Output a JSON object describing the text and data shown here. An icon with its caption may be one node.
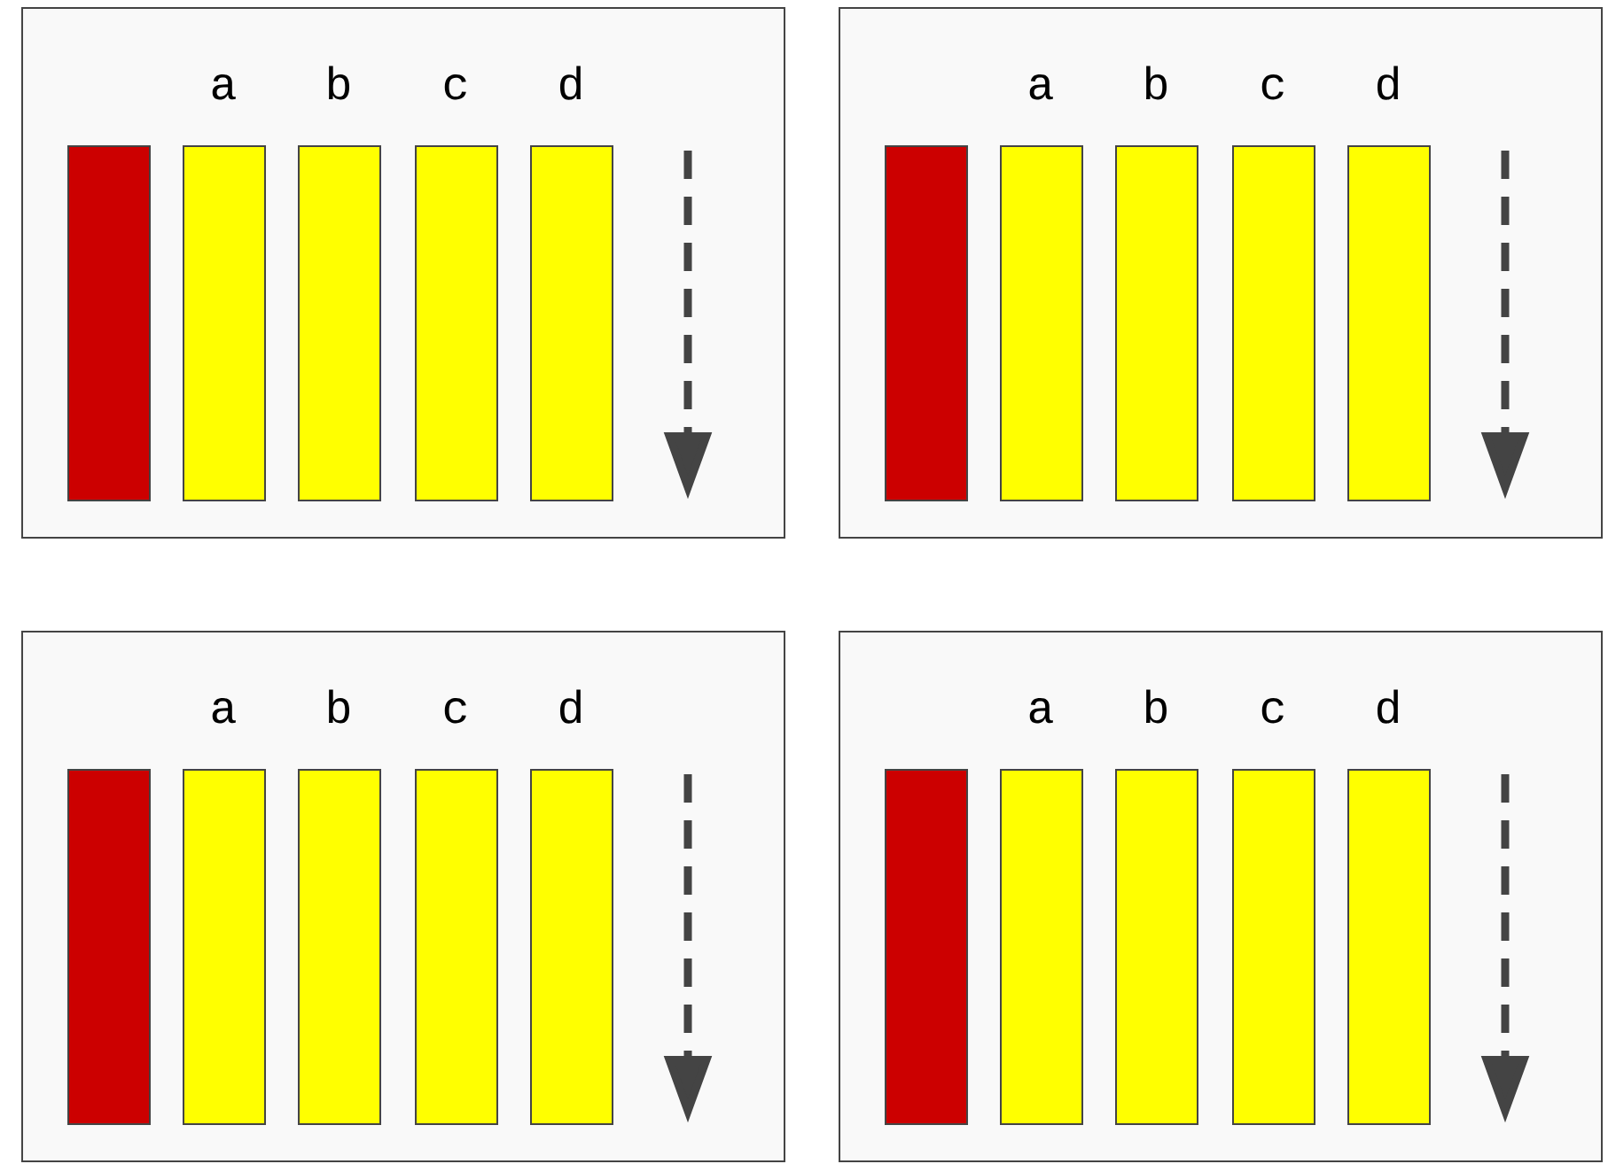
{
  "diagram": {
    "nodes": [
      {
        "text": [],
        "shape": "box"
      },
      {
        "text": [],
        "shape": "bar",
        "in": 0
      },
      {
        "text": [
          "a"
        ],
        "in": 0
      },
      {
        "text": [
          "b"
        ],
        "in": 0
      },
      {
        "text": [
          "c"
        ],
        "in": 0
      },
      {
        "text": [
          "d"
        ],
        "in": 0
      },
      {
        "text": [],
        "shape": "box"
      },
      {
        "text": [],
        "shape": "bar",
        "in": 6
      },
      {
        "text": [
          "a"
        ],
        "in": 6
      },
      {
        "text": [
          "b"
        ],
        "in": 6
      },
      {
        "text": [
          "c"
        ],
        "in": 6
      },
      {
        "text": [
          "d"
        ],
        "in": 6
      },
      {
        "text": [],
        "shape": "box"
      },
      {
        "text": [],
        "shape": "bar",
        "in": 12
      },
      {
        "text": [
          "a"
        ],
        "in": 12
      },
      {
        "text": [
          "b"
        ],
        "in": 12
      },
      {
        "text": [
          "c"
        ],
        "in": 12
      },
      {
        "text": [
          "d"
        ],
        "in": 12
      },
      {
        "text": [],
        "shape": "box"
      },
      {
        "text": [],
        "shape": "bar",
        "in": 18
      },
      {
        "text": [
          "a"
        ],
        "in": 18
      },
      {
        "text": [
          "b"
        ],
        "in": 18
      },
      {
        "text": [
          "c"
        ],
        "in": 18
      },
      {
        "text": [
          "d"
        ],
        "in": 18
      }
    ]
  }
}
